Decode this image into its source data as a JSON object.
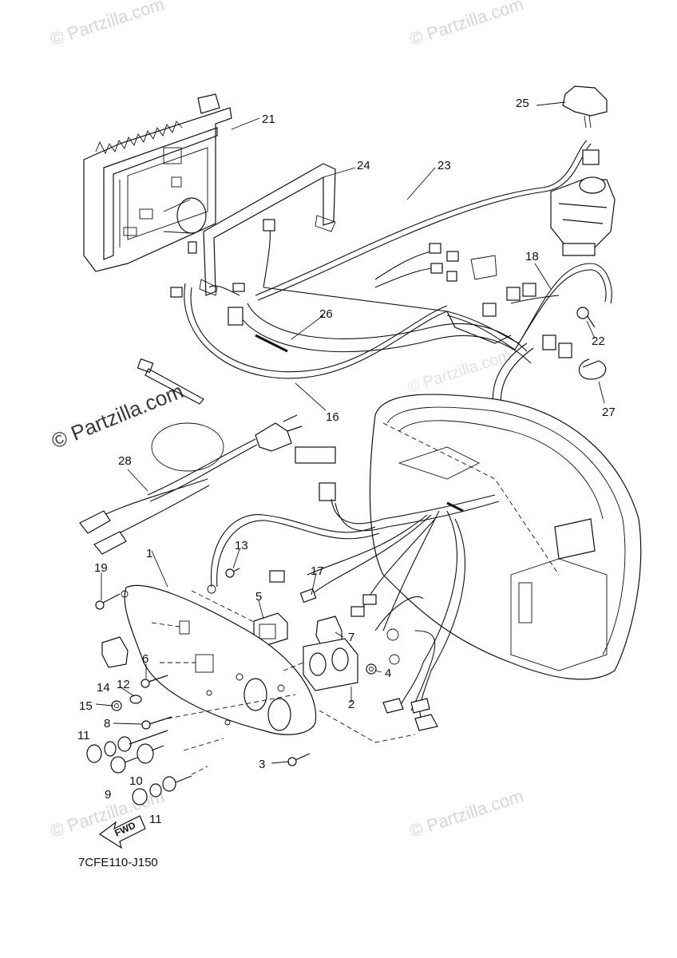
{
  "watermarks": [
    "© Partzilla.com",
    "© Partzilla.com",
    "© Partzilla.com",
    "© Partzilla.com",
    "© Partzilla.com",
    "© Partzilla.com"
  ],
  "diagram_code": "7CFE110-J150",
  "fwd_label": "FWD",
  "callouts": {
    "c1": "1",
    "c2": "2",
    "c3": "3",
    "c4": "4",
    "c5": "5",
    "c6": "6",
    "c7": "7",
    "c8": "8",
    "c9": "9",
    "c10": "10",
    "c11a": "11",
    "c11b": "11",
    "c12": "12",
    "c13": "13",
    "c14": "14",
    "c15": "15",
    "c16": "16",
    "c17": "17",
    "c18": "18",
    "c19": "19",
    "c21": "21",
    "c22": "22",
    "c23": "23",
    "c24": "24",
    "c25": "25",
    "c26": "26",
    "c27": "27",
    "c28": "28"
  }
}
